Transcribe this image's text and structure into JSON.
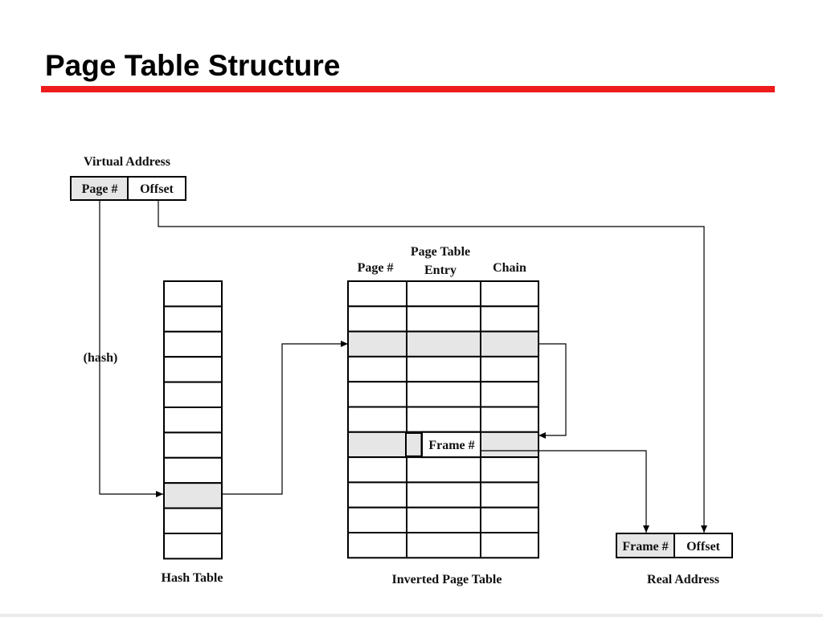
{
  "slide": {
    "title": "Page Table Structure"
  },
  "colors": {
    "rule": "#ee1c1c",
    "highlight": "#e6e6e6"
  },
  "virtual_address": {
    "caption": "Virtual Address",
    "fields": [
      "Page #",
      "Offset"
    ]
  },
  "hash_table": {
    "caption": "Hash Table",
    "row_count": 11,
    "highlighted_row": 8
  },
  "hash_label": "(hash)",
  "inverted_page_table": {
    "caption": "Inverted Page Table",
    "headers": {
      "page": "Page #",
      "entry_line1": "Page Table",
      "entry_line2": "Entry",
      "chain": "Chain"
    },
    "row_count": 11,
    "highlighted_rows": [
      2,
      6
    ],
    "frame_label": "Frame #"
  },
  "real_address": {
    "caption": "Real Address",
    "fields": [
      "Frame #",
      "Offset"
    ]
  }
}
